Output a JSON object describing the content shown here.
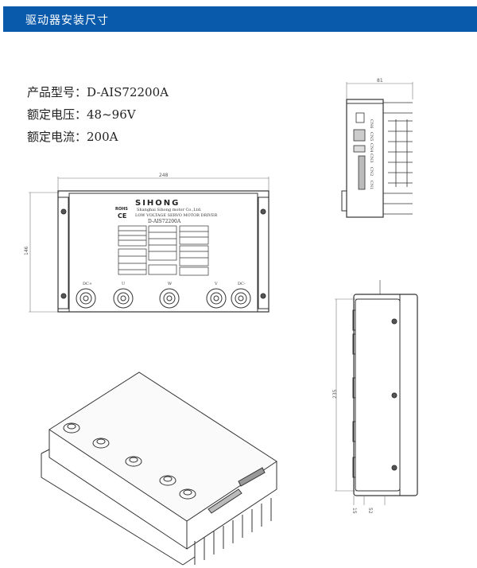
{
  "header": {
    "title": "驱动器安装尺寸"
  },
  "specs": [
    {
      "label": "产品型号：",
      "value": "D-AIS72200A"
    },
    {
      "label": "额定电压：",
      "value": "48~96V"
    },
    {
      "label": "额定电流：",
      "value": "200A"
    }
  ],
  "front_view": {
    "brand": "SIHONG",
    "rohs": "ROHS",
    "ce": "CE",
    "company": "Shanghai Sihong motor Co.,Ltd.",
    "product_line": "LOW VOLTAGE SERVO MOTOR DRIVER",
    "model": "D-AIS72200A",
    "terminals": [
      "DC+",
      "U",
      "W",
      "V",
      "DC-"
    ],
    "width_dim": "248",
    "height_dim": "146"
  },
  "side_view": {
    "width_dim": "81",
    "ports": [
      "CN1",
      "CN2",
      "CN3",
      "CN4",
      "CN5",
      "CN6"
    ]
  },
  "end_view": {
    "length_dim": "235",
    "dim_a": "15",
    "dim_b": "52"
  },
  "colors": {
    "header": "#0a5aac"
  }
}
